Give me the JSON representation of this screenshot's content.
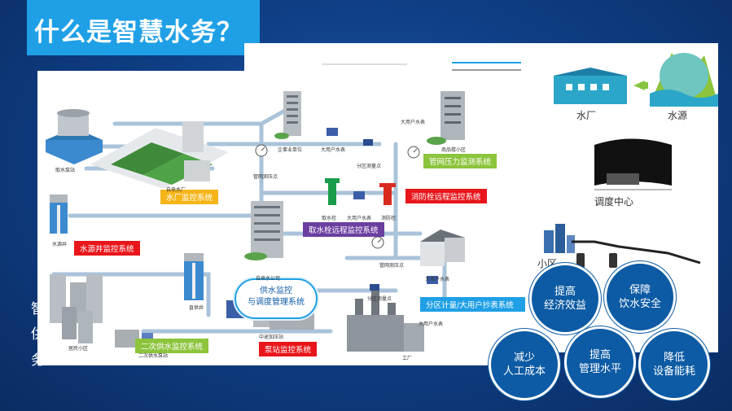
{
  "title": "什么是智慧水务？",
  "left_text_fragments": [
    "智",
    "供",
    "务"
  ],
  "diagram_tags": {
    "pressure": "管网压力监测系统",
    "waterplant": "水厂监控系统",
    "fire": "消防栓远程监控系统",
    "cloud": [
      "供水监控",
      "与调度管理系统"
    ],
    "hydrant": "取水栓远程监控系统",
    "well": "水源井监控系统",
    "metering": "分区计量/大用户抄表系统",
    "secondary": "二次供水监控系统",
    "pump": "泵站监控系统"
  },
  "small_labels": {
    "intake": "取水泵站",
    "plant": "自来水厂",
    "office": "企事业单位",
    "bigmeter1": "大用户水表",
    "bigmeter_top": "大用户水表",
    "residential": "商品楼小区",
    "pipe_point1": "管网测压点",
    "zone_point1": "分区测量点",
    "hydrant_a": "取水栓",
    "bigmeter2": "大用户水表",
    "hydrant_b": "消防栓",
    "well": "水源井",
    "company": "自来水公司",
    "pipe_point2": "管网测压点",
    "bigmeter3": "大用户水表",
    "zone_point2": "分区测量点",
    "bigmeter4": "大用户水表",
    "deepwell": "直供井",
    "pump_station": "中途加压站",
    "secondary_station": "二次供水泵站",
    "factory": "工厂",
    "residential2": "居民小区"
  },
  "right_labels": {
    "water_plant": "水厂",
    "water_source": "水源",
    "dispatch": "调度中心",
    "community": "小区"
  },
  "benefits": [
    [
      "提高",
      "经济效益"
    ],
    [
      "保障",
      "饮水安全"
    ],
    [
      "减少",
      "人工成本"
    ],
    [
      "提高",
      "管理水平"
    ],
    [
      "降低",
      "设备能耗"
    ]
  ]
}
